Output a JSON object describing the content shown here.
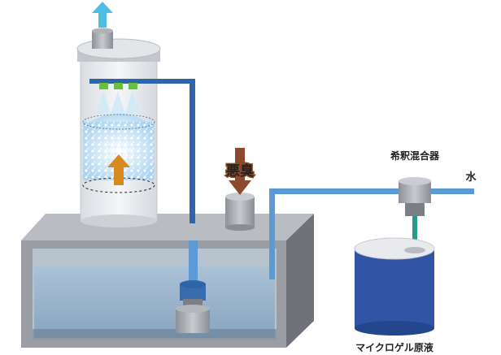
{
  "labels": {
    "odor": "悪臭",
    "dilution_mixer": "希釈混合器",
    "water": "水",
    "microgel_stock": "マイクロゲル原液"
  },
  "colors": {
    "pipe_blue": "#2e64a8",
    "pipe_light": "#5b9bd5",
    "arrow_out_cyan": "#4fbde3",
    "arrow_up_orange": "#d98a1e",
    "arrow_down_brown": "#8b4a2b",
    "nozzle_green": "#6abf3c",
    "drum_blue": "#2f55a4",
    "tube_teal": "#2a9a8a"
  },
  "icons": [
    "arrow-up-icon",
    "arrow-down-icon",
    "nozzle-icon"
  ]
}
